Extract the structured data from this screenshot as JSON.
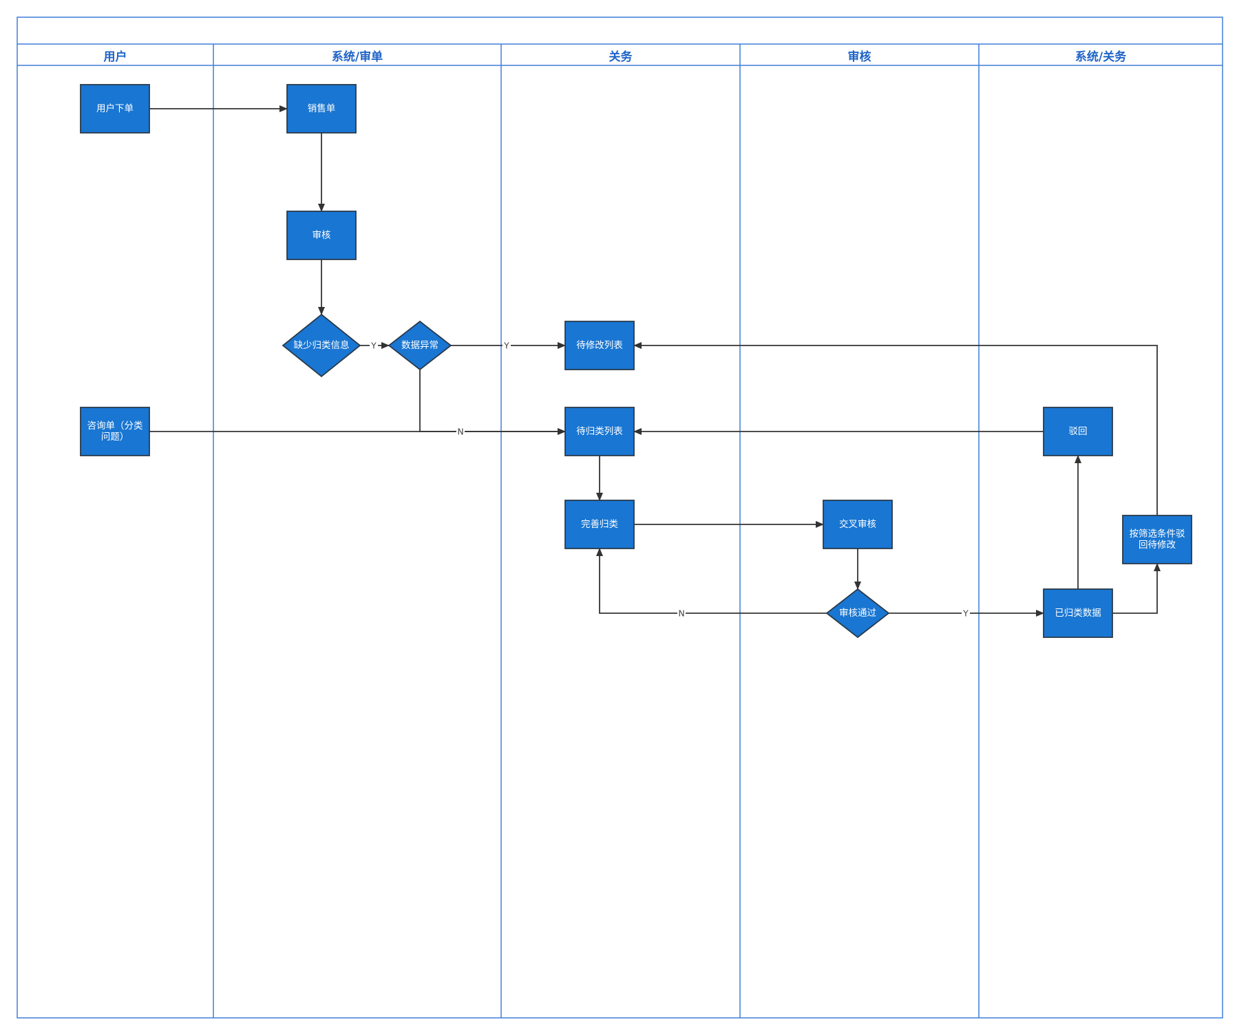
{
  "colors": {
    "frame": "#3f7fd9",
    "lane_title": "#1e63c7",
    "node_fill": "#1976d2",
    "node_stroke": "#2a3a4a",
    "node_text": "#ffffff",
    "edge": "#333333",
    "edge_label": "#444444",
    "background": "#ffffff"
  },
  "pool_title": "",
  "lanes": [
    {
      "id": "lane-user",
      "title": "用户"
    },
    {
      "id": "lane-system-review",
      "title": "系统/审单"
    },
    {
      "id": "lane-customs",
      "title": "关务"
    },
    {
      "id": "lane-audit",
      "title": "审核"
    },
    {
      "id": "lane-system-customs",
      "title": "系统/关务"
    }
  ],
  "nodes": {
    "user_order": {
      "label": "用户下单",
      "shape": "rect"
    },
    "sales_order": {
      "label": "销售单",
      "shape": "rect"
    },
    "review": {
      "label": "审核",
      "shape": "rect"
    },
    "missing_info": {
      "label": "缺少归类信息",
      "shape": "diamond"
    },
    "data_anomaly": {
      "label": "数据异常",
      "shape": "diamond"
    },
    "pending_modify": {
      "label": "待修改列表",
      "shape": "rect"
    },
    "inquiry": {
      "label": "咨询单（分类问题）",
      "shape": "rect"
    },
    "pending_classify": {
      "label": "待归类列表",
      "shape": "rect"
    },
    "reject": {
      "label": "驳回",
      "shape": "rect"
    },
    "complete_classify": {
      "label": "完善归类",
      "shape": "rect"
    },
    "cross_review": {
      "label": "交叉审核",
      "shape": "rect"
    },
    "filter_reject": {
      "label": "按筛选条件驳回待修改",
      "shape": "rect"
    },
    "review_pass": {
      "label": "审核通过",
      "shape": "diamond"
    },
    "classified_data": {
      "label": "已归类数据",
      "shape": "rect"
    }
  },
  "edges": [
    {
      "id": "e1",
      "from": "user_order",
      "to": "sales_order",
      "label": ""
    },
    {
      "id": "e2",
      "from": "sales_order",
      "to": "review",
      "label": ""
    },
    {
      "id": "e3",
      "from": "review",
      "to": "missing_info",
      "label": ""
    },
    {
      "id": "e4",
      "from": "missing_info",
      "to": "data_anomaly",
      "label": "Y"
    },
    {
      "id": "e5",
      "from": "data_anomaly",
      "to": "pending_modify",
      "label": "Y"
    },
    {
      "id": "e6",
      "from": "data_anomaly",
      "to": "pending_classify",
      "label": "N"
    },
    {
      "id": "e7",
      "from": "inquiry",
      "to": "pending_classify",
      "label": ""
    },
    {
      "id": "e8",
      "from": "reject",
      "to": "pending_classify",
      "label": ""
    },
    {
      "id": "e9",
      "from": "pending_classify",
      "to": "complete_classify",
      "label": ""
    },
    {
      "id": "e10",
      "from": "complete_classify",
      "to": "cross_review",
      "label": ""
    },
    {
      "id": "e11",
      "from": "cross_review",
      "to": "review_pass",
      "label": ""
    },
    {
      "id": "e12",
      "from": "review_pass",
      "to": "complete_classify",
      "label": "N"
    },
    {
      "id": "e13",
      "from": "review_pass",
      "to": "classified_data",
      "label": "Y"
    },
    {
      "id": "e14",
      "from": "classified_data",
      "to": "reject",
      "label": ""
    },
    {
      "id": "e15",
      "from": "classified_data",
      "to": "filter_reject",
      "label": ""
    },
    {
      "id": "e16",
      "from": "filter_reject",
      "to": "pending_modify",
      "label": ""
    }
  ]
}
